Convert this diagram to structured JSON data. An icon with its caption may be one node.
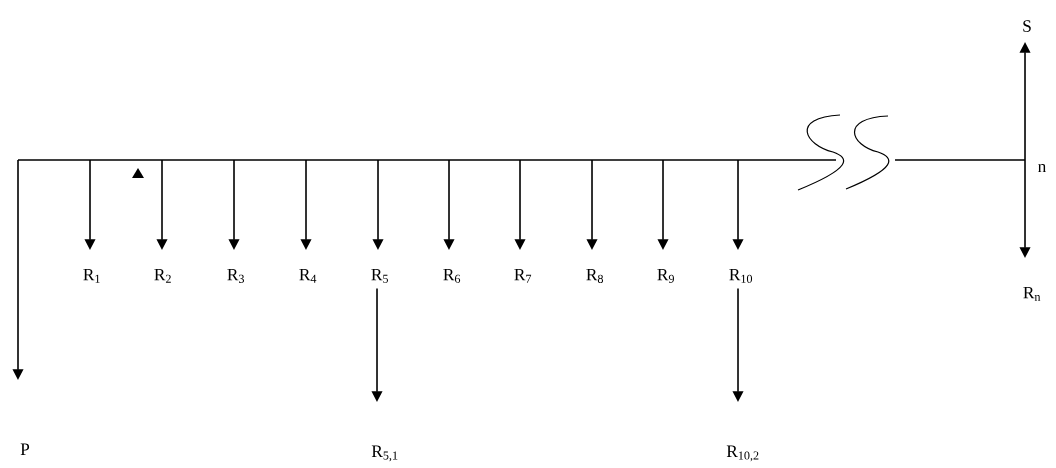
{
  "diagram": {
    "nodes": [
      {
        "text": [
          "S"
        ]
      },
      {
        "text": [
          "R$_{1}$"
        ]
      },
      {
        "text": [
          "R$_{2}$"
        ]
      },
      {
        "text": [
          "R$_{3}$"
        ]
      },
      {
        "text": [
          "R$_{4}$"
        ]
      },
      {
        "text": [
          "R$_{5}$"
        ]
      },
      {
        "text": [
          "R$_{6}$"
        ]
      },
      {
        "text": [
          "R$_{7}$"
        ]
      },
      {
        "text": [
          "R$_{8}$"
        ]
      },
      {
        "text": [
          "R$_{9}$"
        ]
      },
      {
        "text": [
          "R$_{10}$"
        ]
      },
      {
        "text": [
          "R$_{n}$"
        ]
      },
      {
        "text": [
          "P"
        ]
      },
      {
        "text": [
          "R$_{5,1}$"
        ]
      },
      {
        "text": [
          "R$_{10,2}$"
        ]
      }
    ],
    "edges": [
      {
        "from": null,
        "to": 1,
        "arrow": "to"
      },
      {
        "from": null,
        "to": 2,
        "arrow": "to"
      },
      {
        "from": null,
        "to": 3,
        "arrow": "to"
      },
      {
        "from": null,
        "to": 4,
        "arrow": "to"
      },
      {
        "from": null,
        "to": 5,
        "arrow": "to"
      },
      {
        "from": null,
        "to": 6,
        "arrow": "to"
      },
      {
        "from": null,
        "to": 7,
        "arrow": "to"
      },
      {
        "from": null,
        "to": 8,
        "arrow": "to"
      },
      {
        "from": null,
        "to": 9,
        "arrow": "to"
      },
      {
        "from": null,
        "to": 10,
        "arrow": "to"
      },
      {
        "from": null,
        "to": 0,
        "arrow": "to"
      },
      {
        "from": null,
        "to": 11,
        "arrow": "to"
      },
      {
        "from": null,
        "to": 12,
        "arrow": "to"
      },
      {
        "from": 5,
        "to": 13,
        "arrow": "to"
      },
      {
        "from": 10,
        "to": 14,
        "arrow": "to"
      }
    ],
    "labels": [
      "n"
    ]
  }
}
